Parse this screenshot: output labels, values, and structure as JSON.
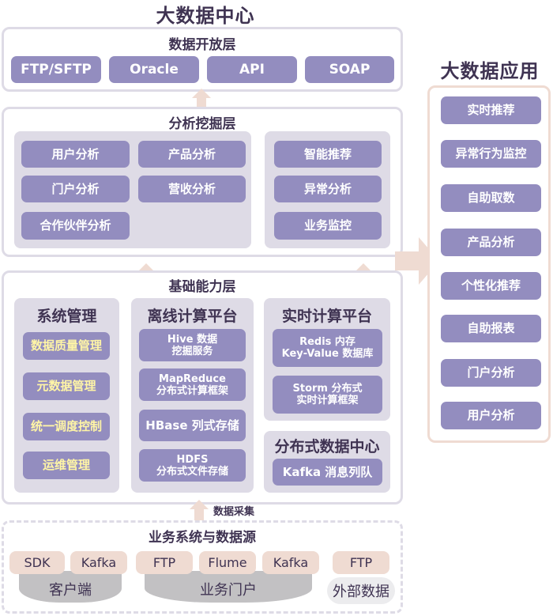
{
  "colors": {
    "title": "#3f3352",
    "chip": "#938dbf",
    "chip_text": "#ffffff",
    "chip_highlight_text": "#fff5a6",
    "panel": "#dedbe6",
    "arrow": "#efdbd2",
    "source_chip": "#efdbd2",
    "drum": "#c2c1c3"
  },
  "center": {
    "title": "大数据中心",
    "open_layer": {
      "title": "数据开放层",
      "items": [
        "FTP/SFTP",
        "Oracle",
        "API",
        "SOAP"
      ]
    },
    "mining_layer": {
      "title": "分析挖掘层",
      "left_items": [
        "用户分析",
        "产品分析",
        "门户分析",
        "营收分析",
        "合作伙伴分析"
      ],
      "right_items": [
        "智能推荐",
        "异常分析",
        "业务监控"
      ]
    },
    "base_layer": {
      "title": "基础能力层",
      "system_mgmt": {
        "title": "系统管理",
        "items": [
          "数据质量管理",
          "元数据管理",
          "统一调度控制",
          "运维管理"
        ]
      },
      "offline": {
        "title": "离线计算平台",
        "items": [
          {
            "line1": "Hive 数据",
            "line2": "挖掘服务"
          },
          {
            "line1": "MapReduce",
            "line2": "分布式计算框架"
          },
          {
            "line1": "HBase 列式存储",
            "line2": ""
          },
          {
            "line1": "HDFS",
            "line2": "分布式文件存储"
          }
        ]
      },
      "realtime": {
        "title": "实时计算平台",
        "items": [
          {
            "line1": "Redis 内存",
            "line2": "Key-Value 数据库"
          },
          {
            "line1": "Storm 分布式",
            "line2": "实时计算框架"
          }
        ]
      },
      "distributed": {
        "title": "分布式数据中心",
        "items": [
          "Kafka 消息列队"
        ]
      }
    },
    "collect_label": "数据采集",
    "sources": {
      "title": "业务系统与数据源",
      "client": {
        "label": "客户端",
        "items": [
          "SDK",
          "Kafka"
        ]
      },
      "portal": {
        "label": "业务门户",
        "items": [
          "FTP",
          "Flume",
          "Kafka"
        ]
      },
      "external": {
        "label": "外部数据",
        "items": [
          "FTP"
        ]
      }
    }
  },
  "applications": {
    "title": "大数据应用",
    "items": [
      "实时推荐",
      "异常行为监控",
      "自助取数",
      "产品分析",
      "个性化推荐",
      "自助报表",
      "门户分析",
      "用户分析"
    ]
  }
}
